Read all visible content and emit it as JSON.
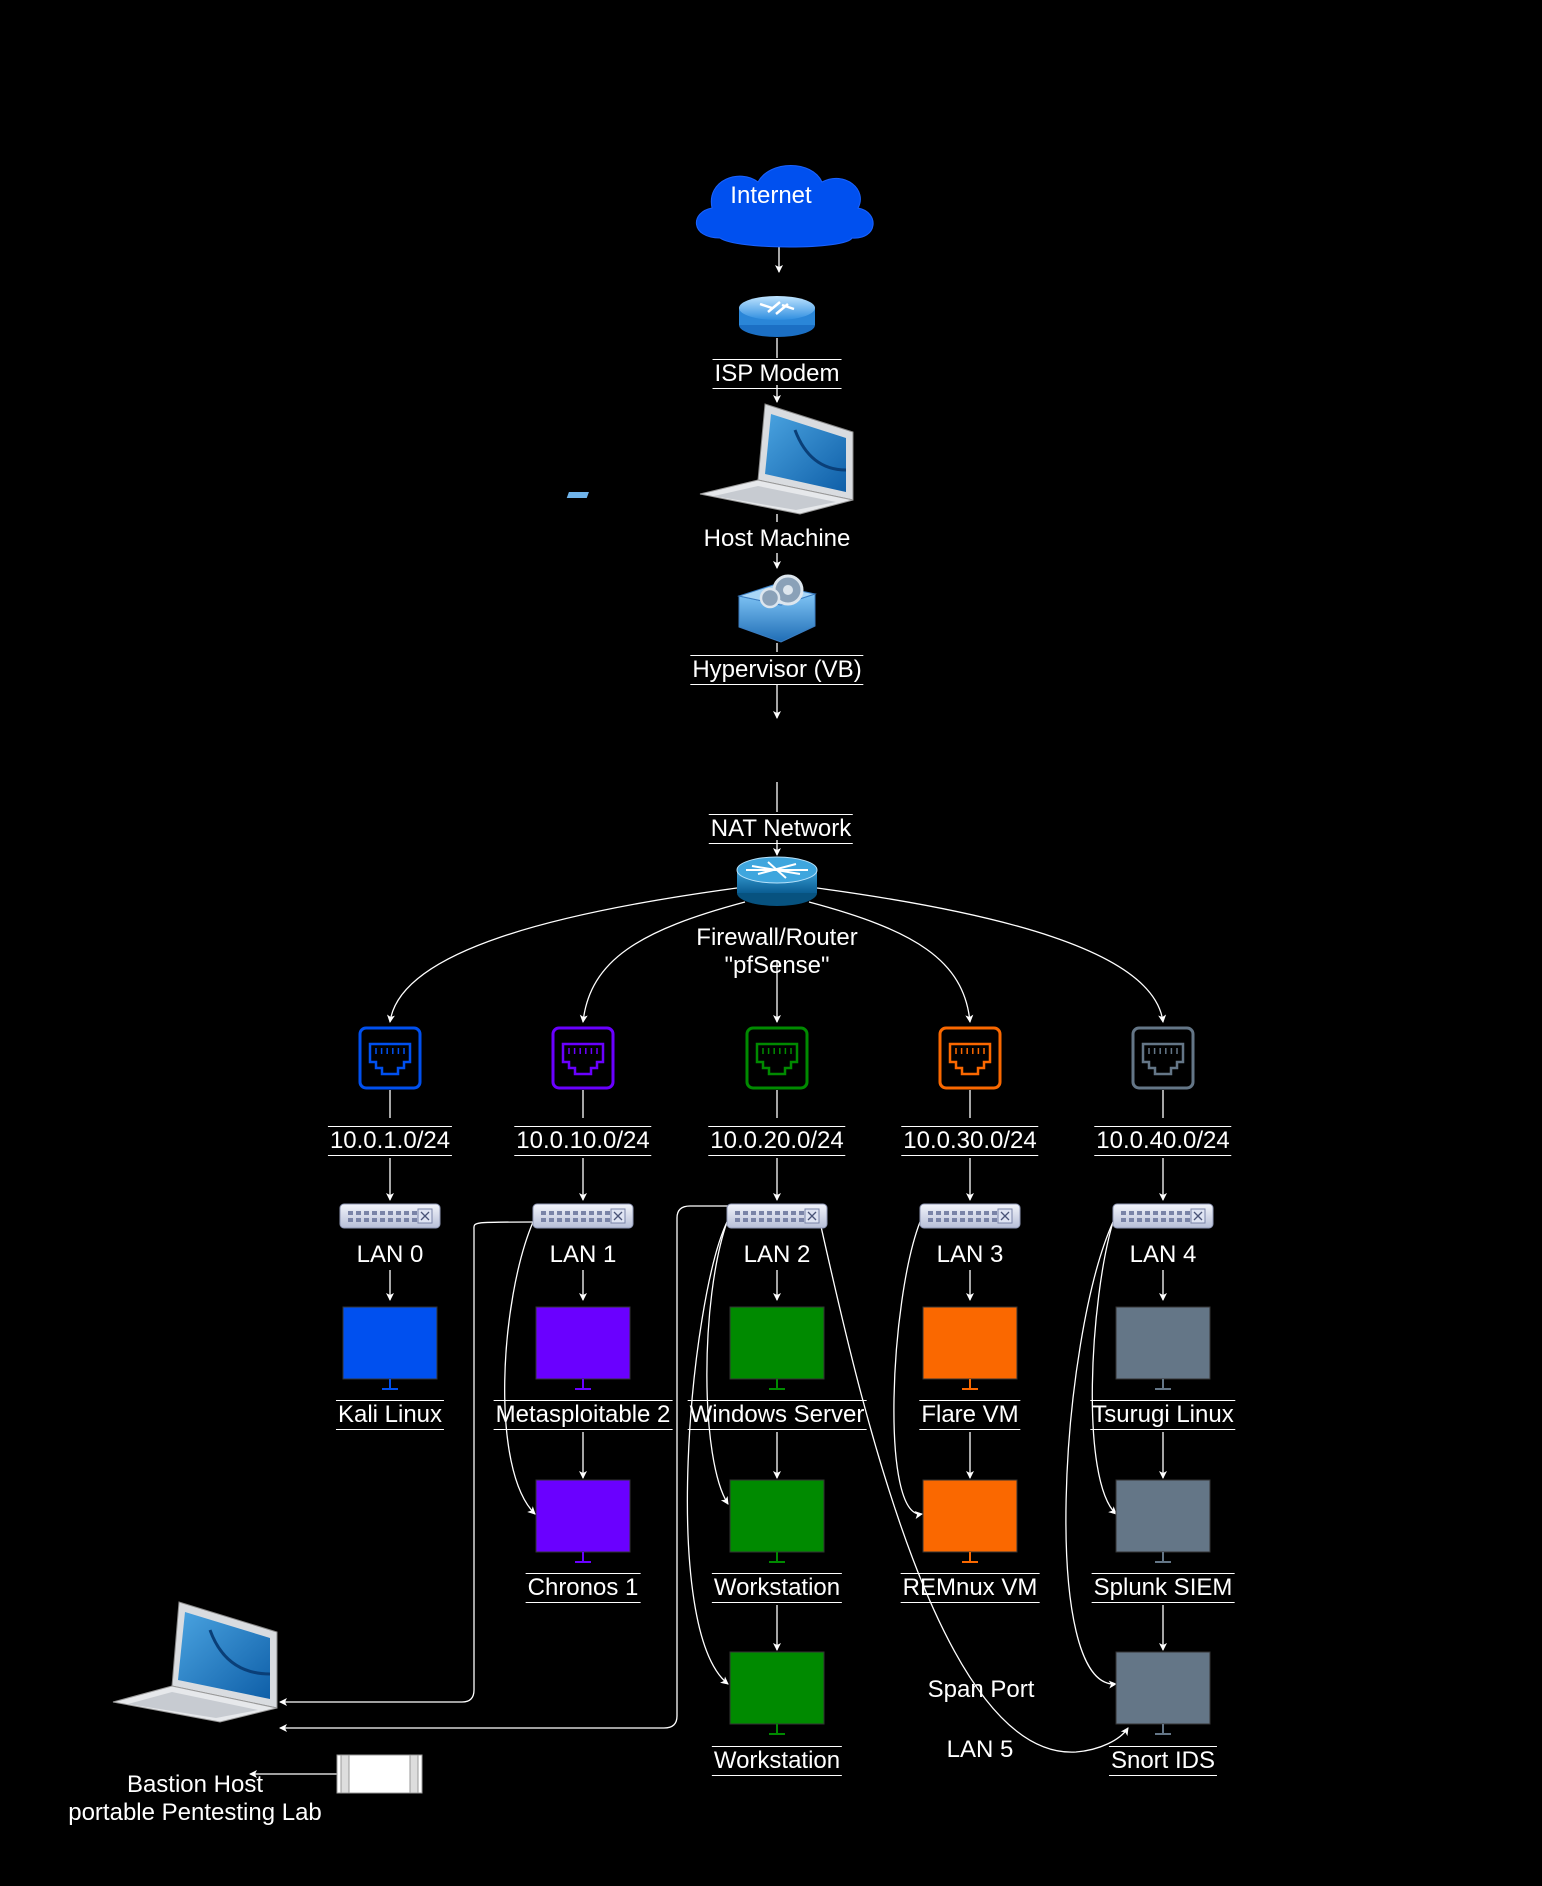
{
  "background": "#000000",
  "top": {
    "internet": "Internet",
    "isp_modem": "ISP Modem",
    "host_machine": "Host Machine",
    "hypervisor": "Hypervisor (VB)",
    "nat_network": "NAT Network",
    "firewall_line1": "Firewall/Router",
    "firewall_line2": "\"pfSense\""
  },
  "lans": [
    {
      "subnet": "10.0.1.0/24",
      "switch": "LAN 0",
      "color": "#0050EF",
      "hosts": [
        "Kali Linux"
      ]
    },
    {
      "subnet": "10.0.10.0/24",
      "switch": "LAN 1",
      "color": "#6A00FF",
      "hosts": [
        "Metasploitable 2",
        "Chronos 1"
      ]
    },
    {
      "subnet": "10.0.20.0/24",
      "switch": "LAN 2",
      "color": "#008A00",
      "hosts": [
        "Windows Server",
        "Workstation",
        "Workstation"
      ]
    },
    {
      "subnet": "10.0.30.0/24",
      "switch": "LAN 3",
      "color": "#FA6800",
      "hosts": [
        "Flare VM",
        "REMnux VM"
      ]
    },
    {
      "subnet": "10.0.40.0/24",
      "switch": "LAN 4",
      "color": "#647687",
      "hosts": [
        "Tsurugi Linux",
        "Splunk SIEM",
        "Snort IDS"
      ]
    }
  ],
  "span_port": "Span Port",
  "lan5": "LAN 5",
  "bastion_line1": "Bastion Host",
  "bastion_line2": "portable Pentesting Lab",
  "icons": {
    "internet": "cloud-icon",
    "isp_modem": "router-icon",
    "host": "laptop-icon",
    "hypervisor": "hypervisor-icon",
    "nic": "ethernet-port-icon",
    "firewall": "firewall-router-icon",
    "switch": "network-switch-icon",
    "vm": "monitor-icon",
    "bastion": "laptop-icon",
    "usb": "usb-drive-icon"
  }
}
